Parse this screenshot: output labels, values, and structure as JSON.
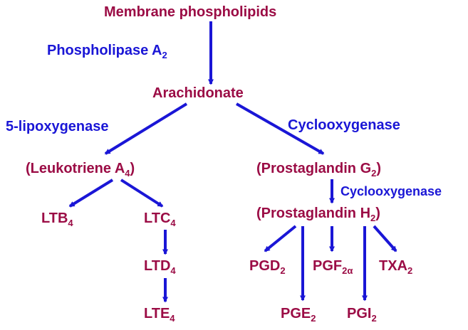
{
  "colors": {
    "molecule": "#9b0c45",
    "enzyme": "#1a16d6",
    "arrow": "#1a16d6"
  },
  "molecules": {
    "membrane_phospholipids": "Membrane phospholipids",
    "arachidonate": "Arachidonate",
    "leukotriene_a4": {
      "text": "(Leukotriene A",
      "sub": "4",
      "post": ")"
    },
    "prostaglandin_g2": {
      "text": "(Prostaglandin G",
      "sub": "2",
      "post": ")"
    },
    "prostaglandin_h2": {
      "text": "(Prostaglandin H",
      "sub": "2",
      "post": ")"
    },
    "ltb4": {
      "text": "LTB",
      "sub": "4"
    },
    "ltc4": {
      "text": "LTC",
      "sub": "4"
    },
    "ltd4": {
      "text": "LTD",
      "sub": "4"
    },
    "lte4": {
      "text": "LTE",
      "sub": "4"
    },
    "pgd2": {
      "text": "PGD",
      "sub": "2"
    },
    "pgf2a": {
      "text": "PGF",
      "sub": "2α"
    },
    "txa2": {
      "text": "TXA",
      "sub": "2"
    },
    "pge2": {
      "text": "PGE",
      "sub": "2"
    },
    "pgi2": {
      "text": "PGI",
      "sub": "2"
    }
  },
  "enzymes": {
    "phospholipase": {
      "text": "Phospholipase A",
      "sub": "2"
    },
    "lipoxygenase": "5-lipoxygenase",
    "cyclooxygenase_1": "Cyclooxygenase",
    "cyclooxygenase_2": "Cyclooxygenase"
  }
}
